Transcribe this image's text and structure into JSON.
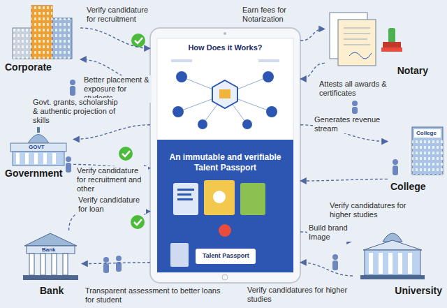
{
  "diagram": {
    "nodes": [
      {
        "text": [
          "How Does it Works?",
          "An immutable and verifiable Talent Passport"
        ]
      },
      {
        "text": [
          "Corporate"
        ]
      },
      {
        "text": [
          "Government"
        ]
      },
      {
        "text": [
          "Bank"
        ]
      },
      {
        "text": [
          "Notary"
        ]
      },
      {
        "text": [
          "College"
        ]
      },
      {
        "text": [
          "University"
        ]
      }
    ],
    "edges": [
      {
        "from": 1,
        "to": 0,
        "label": "Verify candidature for recruitment",
        "arrow": "to"
      },
      {
        "from": 0,
        "to": 1,
        "label": "Better placement & exposure for students",
        "arrow": "to"
      },
      {
        "from": 0,
        "to": 2,
        "label": "Govt. grants, scholarship & authentic projection of skills",
        "arrow": "to"
      },
      {
        "from": 2,
        "to": 0,
        "label": "Verify candidature for recruitment and other",
        "arrow": "to"
      },
      {
        "from": 3,
        "to": 0,
        "label": "Verify candidature for loan",
        "arrow": "to"
      },
      {
        "from": 0,
        "to": 3,
        "label": "Transparent assessment to better loans for student",
        "arrow": "to"
      },
      {
        "from": 0,
        "to": 4,
        "label": "Earn fees for Notarization",
        "arrow": "to"
      },
      {
        "from": 4,
        "to": 0,
        "label": "Attests all awards & certificates",
        "arrow": "to"
      },
      {
        "from": 0,
        "to": 5,
        "label": "Generates revenue stream",
        "arrow": "to"
      },
      {
        "from": 5,
        "to": 0,
        "label": "Verify candidatures for higher studies",
        "arrow": "to"
      },
      {
        "from": 0,
        "to": 6,
        "label": "Build brand Image",
        "arrow": "to"
      },
      {
        "from": 6,
        "to": 0,
        "label": "Verify candidatures for higher studies",
        "arrow": "to"
      }
    ],
    "labels": [
      "GOVT",
      "Bank",
      "College",
      "Talent Passport"
    ]
  }
}
